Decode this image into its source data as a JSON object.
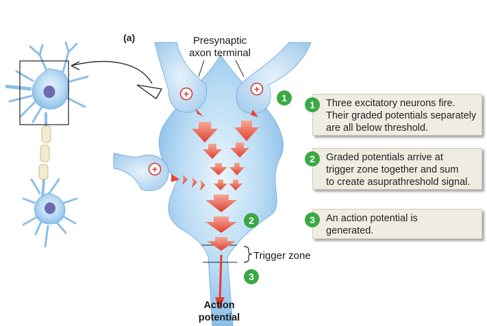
{
  "panel_label": "(a)",
  "labels": {
    "presynaptic_line1": "Presynaptic",
    "presynaptic_line2": "axon terminal",
    "trigger_zone": "Trigger zone",
    "action_line1": "Action",
    "action_line2": "potential"
  },
  "markers": [
    "1",
    "2",
    "3"
  ],
  "plus_symbol": "+",
  "steps": [
    {
      "number": "1",
      "lines": [
        "Three excitatory neurons fire.",
        "Their graded potentials separately",
        "are all below threshold."
      ]
    },
    {
      "number": "2",
      "lines": [
        "Graded potentials arrive at",
        "trigger zone together and sum",
        "to create asuprathreshold signal."
      ]
    },
    {
      "number": "3",
      "lines": [
        "An action potential is",
        "generated."
      ]
    }
  ],
  "colors": {
    "cell_fill": "#cfe6f7",
    "cell_core": "#88bde8",
    "arrow_red": "#e44534",
    "marker_green": "#3aa843",
    "box_fill": "#efece2",
    "nucleus": "#6c6ab0"
  }
}
